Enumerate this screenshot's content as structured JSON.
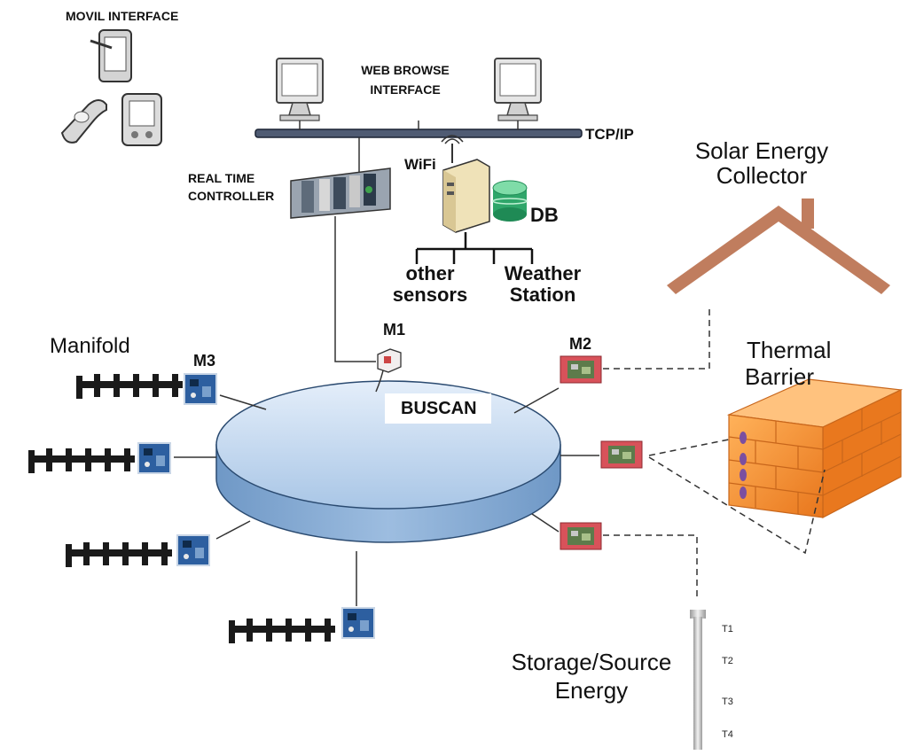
{
  "labels": {
    "movil": "MOVIL INTERFACE",
    "web_browse": [
      "WEB BROWSE",
      "INTERFACE"
    ],
    "tcpip": "TCP/IP",
    "wifi": "WiFi",
    "db": "DB",
    "realtime": [
      "REAL TIME",
      "CONTROLLER"
    ],
    "other_sensors": [
      "other",
      "sensors"
    ],
    "weather_station": [
      "Weather",
      "Station"
    ],
    "solar": [
      "Solar Energy",
      "Collector"
    ],
    "thermal": [
      "Thermal",
      "Barrier"
    ],
    "manifold": "Manifold",
    "m1": "M1",
    "m2": "M2",
    "m3": "M3",
    "buscan": "BUSCAN",
    "storage": [
      "Storage/Source",
      "Energy"
    ],
    "t1": "T1",
    "t2": "T2",
    "t3": "T3",
    "t4": "T4"
  },
  "colors": {
    "bus_disc_top": "#cfe0f3",
    "bus_disc_side": "#7fa6cf",
    "roof": "#c07d5e",
    "brick": "#f4892c",
    "module_red": "#d8525a",
    "module_blue": "#2d5fa0"
  }
}
